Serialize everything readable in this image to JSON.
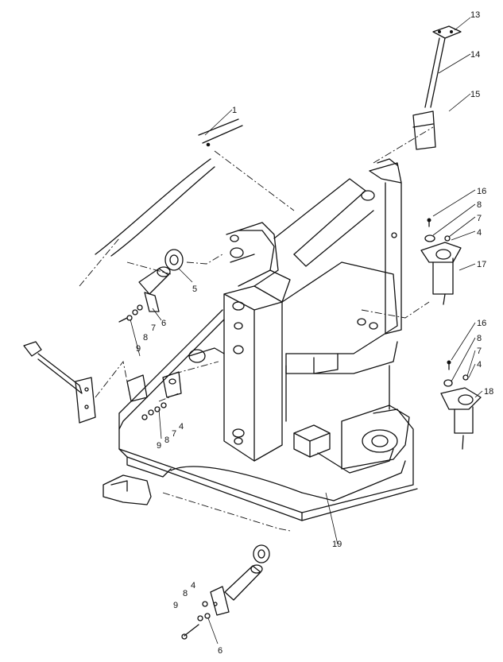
{
  "callouts": [
    {
      "key": "c1",
      "text": "1"
    },
    {
      "key": "c13",
      "text": "13"
    },
    {
      "key": "c14",
      "text": "14"
    },
    {
      "key": "c15",
      "text": "15"
    },
    {
      "key": "c16a",
      "text": "16"
    },
    {
      "key": "c8a",
      "text": "8"
    },
    {
      "key": "c7a",
      "text": "7"
    },
    {
      "key": "c4a",
      "text": "4"
    },
    {
      "key": "c17",
      "text": "17"
    },
    {
      "key": "c16b",
      "text": "16"
    },
    {
      "key": "c8b",
      "text": "8"
    },
    {
      "key": "c7b",
      "text": "7"
    },
    {
      "key": "c4b",
      "text": "4"
    },
    {
      "key": "c18",
      "text": "18"
    },
    {
      "key": "c5",
      "text": "5"
    },
    {
      "key": "c6a",
      "text": "6"
    },
    {
      "key": "c7c",
      "text": "7"
    },
    {
      "key": "c8c",
      "text": "8"
    },
    {
      "key": "c9a",
      "text": "9"
    },
    {
      "key": "c9b",
      "text": "9"
    },
    {
      "key": "c8d",
      "text": "8"
    },
    {
      "key": "c7d",
      "text": "7"
    },
    {
      "key": "c4c",
      "text": "4"
    },
    {
      "key": "c19",
      "text": "19"
    },
    {
      "key": "c4d",
      "text": "4"
    },
    {
      "key": "c8e",
      "text": "8"
    },
    {
      "key": "c9c",
      "text": "9"
    },
    {
      "key": "c6b",
      "text": "6"
    }
  ]
}
